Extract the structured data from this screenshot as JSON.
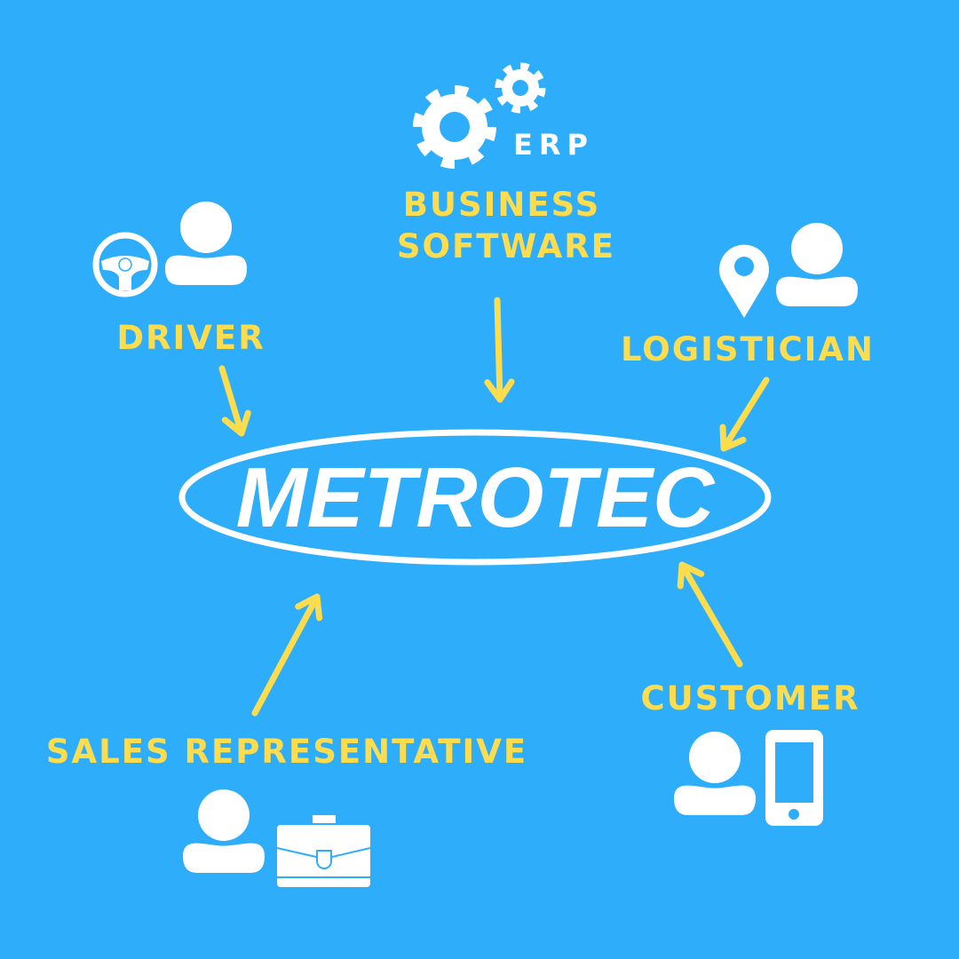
{
  "center": {
    "logo": "METROTEC"
  },
  "nodes": {
    "software": {
      "line1": "BUSINESS",
      "line2": "SOFTWARE",
      "icon_text": "ERP"
    },
    "driver": {
      "label": "DRIVER"
    },
    "logistician": {
      "label": "LOGISTICIAN"
    },
    "customer": {
      "label": "CUSTOMER"
    },
    "sales": {
      "label": "SALES REPRESENTATIVE"
    }
  },
  "colors": {
    "background": "#2eaefa",
    "accent": "#fddc4e",
    "icon": "#ffffff"
  }
}
